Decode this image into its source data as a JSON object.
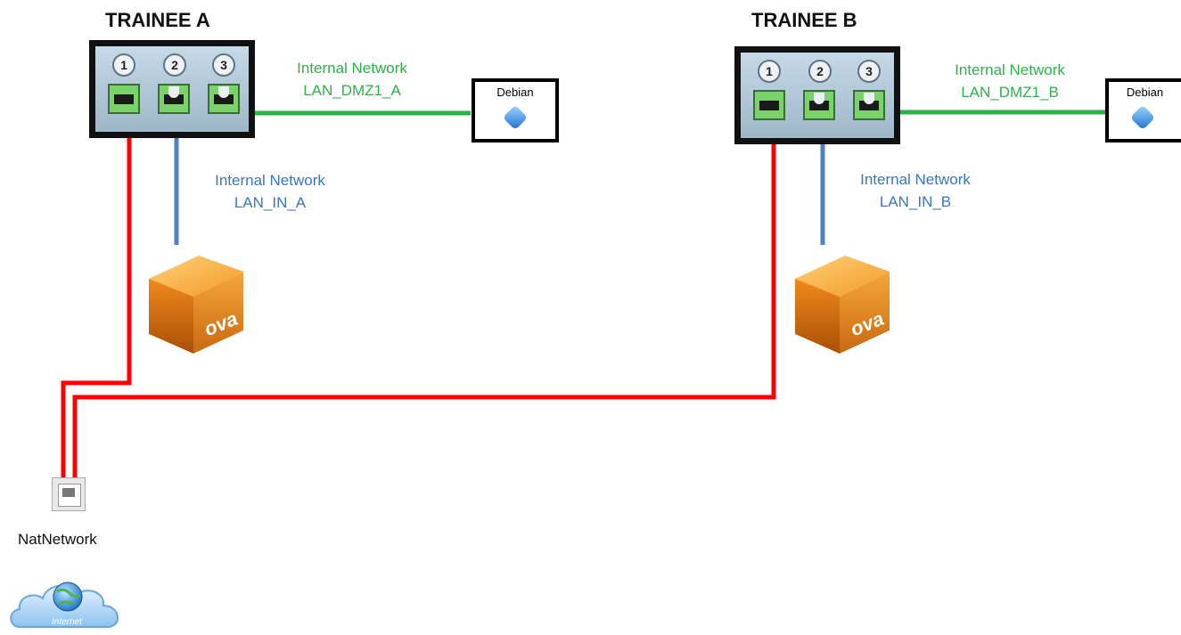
{
  "trainee_a": {
    "title": "TRAINEE A",
    "ports": [
      "1",
      "2",
      "3"
    ],
    "green_label_line1": "Internal Network",
    "green_label_line2": "LAN_DMZ1_A",
    "blue_label_line1": "Internal Network",
    "blue_label_line2": "LAN_IN_A",
    "vm_name": "Debian",
    "appliance_text": "ova"
  },
  "trainee_b": {
    "title": "TRAINEE B",
    "ports": [
      "1",
      "2",
      "3"
    ],
    "green_label_line1": "Internal Network",
    "green_label_line2": "LAN_DMZ1_B",
    "blue_label_line1": "Internal Network",
    "blue_label_line2": "LAN_IN_B",
    "vm_name": "Debian",
    "appliance_text": "ova"
  },
  "nat": {
    "label": "NatNetwork",
    "cloud_text": "Internet"
  },
  "colors": {
    "nat_link": "#ff0000",
    "dmz_link": "#2db24a",
    "lan_link": "#4f81bd"
  },
  "icons": [
    "debian-vm-icon",
    "ova-appliance-icon",
    "ethernet-port-icon",
    "internet-cloud-icon"
  ]
}
